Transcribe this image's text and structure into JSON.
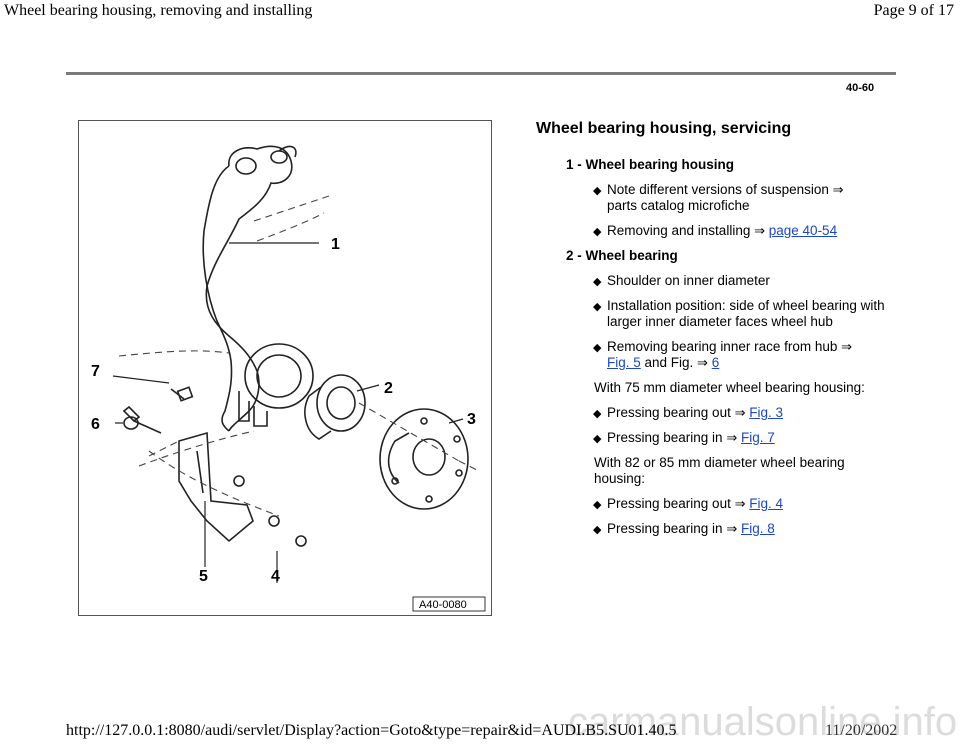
{
  "header": {
    "doc_title": "Wheel bearing housing, removing and installing",
    "page_indicator": "Page 9 of 17"
  },
  "page_number": "40-60",
  "heading": "Wheel bearing housing, servicing",
  "figure": {
    "code": "A40-0080",
    "callouts": [
      "1",
      "2",
      "3",
      "4",
      "5",
      "6",
      "7"
    ]
  },
  "items": [
    {
      "label": "1 - Wheel bearing housing",
      "bullets": [
        {
          "text": "Note different versions of suspension ",
          "suffix": "parts catalog microfiche"
        },
        {
          "text": "Removing and installing ",
          "link": "page 40-54"
        }
      ]
    },
    {
      "label": "2 - Wheel bearing",
      "bullets": [
        {
          "text": "Shoulder on inner diameter"
        },
        {
          "text": "Installation position: side of wheel bearing with larger inner diameter faces wheel hub"
        },
        {
          "text": "Removing bearing inner race from hub ",
          "link": "Fig. 5",
          "mid": " and Fig. ",
          "link2": "6"
        }
      ],
      "note1": "With 75 mm diameter wheel bearing housing:",
      "bullets_75": [
        {
          "text": "Pressing bearing out ",
          "link": "Fig. 3"
        },
        {
          "text": "Pressing bearing in ",
          "link": "Fig. 7"
        }
      ],
      "note2": "With 82 or 85 mm diameter wheel bearing housing:",
      "bullets_82": [
        {
          "text": "Pressing bearing out ",
          "link": "Fig. 4"
        },
        {
          "text": "Pressing bearing in ",
          "link": "Fig. 8"
        }
      ]
    }
  ],
  "arrow_glyph": "⇒",
  "footer": {
    "url": "http://127.0.0.1:8080/audi/servlet/Display?action=Goto&type=repair&id=AUDI.B5.SU01.40.5",
    "date": "11/20/2002",
    "watermark": "carmanualsonline.info"
  },
  "colors": {
    "link": "#1b47c8",
    "rule": "#7a7a7a"
  }
}
